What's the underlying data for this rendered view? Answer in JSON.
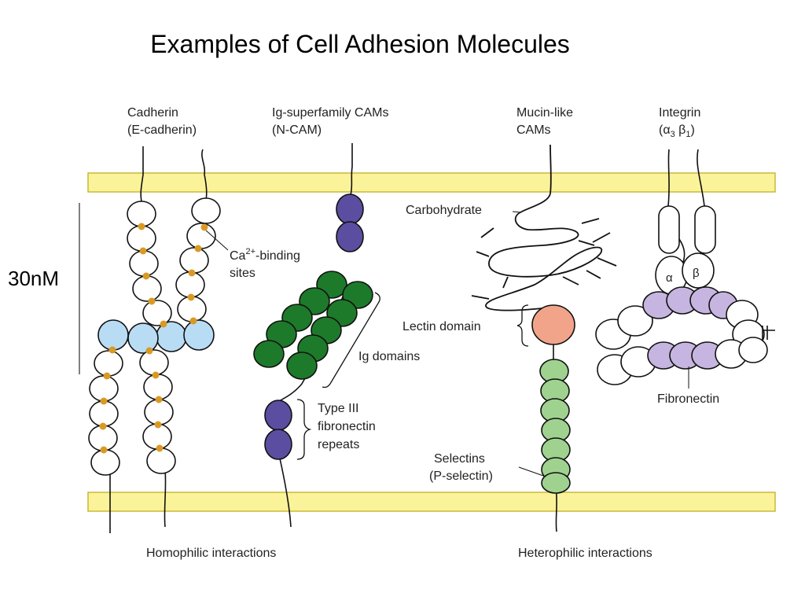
{
  "slide": {
    "title": "Examples of Cell Adhesion Molecules"
  },
  "scale_label": "30nM",
  "columns": {
    "cadherin": {
      "line1": "Cadherin",
      "line2": "(E-cadherin)"
    },
    "ig_cam": {
      "line1": "Ig-superfamily CAMs",
      "line2": "(N-CAM)"
    },
    "mucin": {
      "line1": "Mucin-like",
      "line2": "CAMs"
    },
    "integrin": {
      "line1": "Integrin",
      "line2_prefix": "(α",
      "sub1": "3",
      "mid": " β",
      "sub2": "1",
      "suffix": ")"
    }
  },
  "labels": {
    "ca_binding": {
      "prefix": "Ca",
      "sup": "2+",
      "suffix": "-binding",
      "line2": "sites"
    },
    "ig_domains": "Ig domains",
    "type3": [
      "Type III",
      "fibronectin",
      "repeats"
    ],
    "carbohydrate": "Carbohydrate",
    "lectin": "Lectin domain",
    "selectins": [
      "Selectins",
      "(P-selectin)"
    ],
    "alpha": "α",
    "beta": "β",
    "fibronectin": "Fibronectin"
  },
  "footer": {
    "homophilic": "Homophilic interactions",
    "heterophilic": "Heterophilic interactions"
  },
  "colors": {
    "membrane": "#fbf39a",
    "membrane_edge": "#c9b93a",
    "ca_dot": "#d99a25",
    "cad_blue": "#b9dcf5",
    "ig_purple": "#5b4ea0",
    "ig_green": "#1d7a2a",
    "lectin": "#f2a48a",
    "selectin_green": "#9fd28f",
    "fibronectin": "#c6b5e0"
  }
}
